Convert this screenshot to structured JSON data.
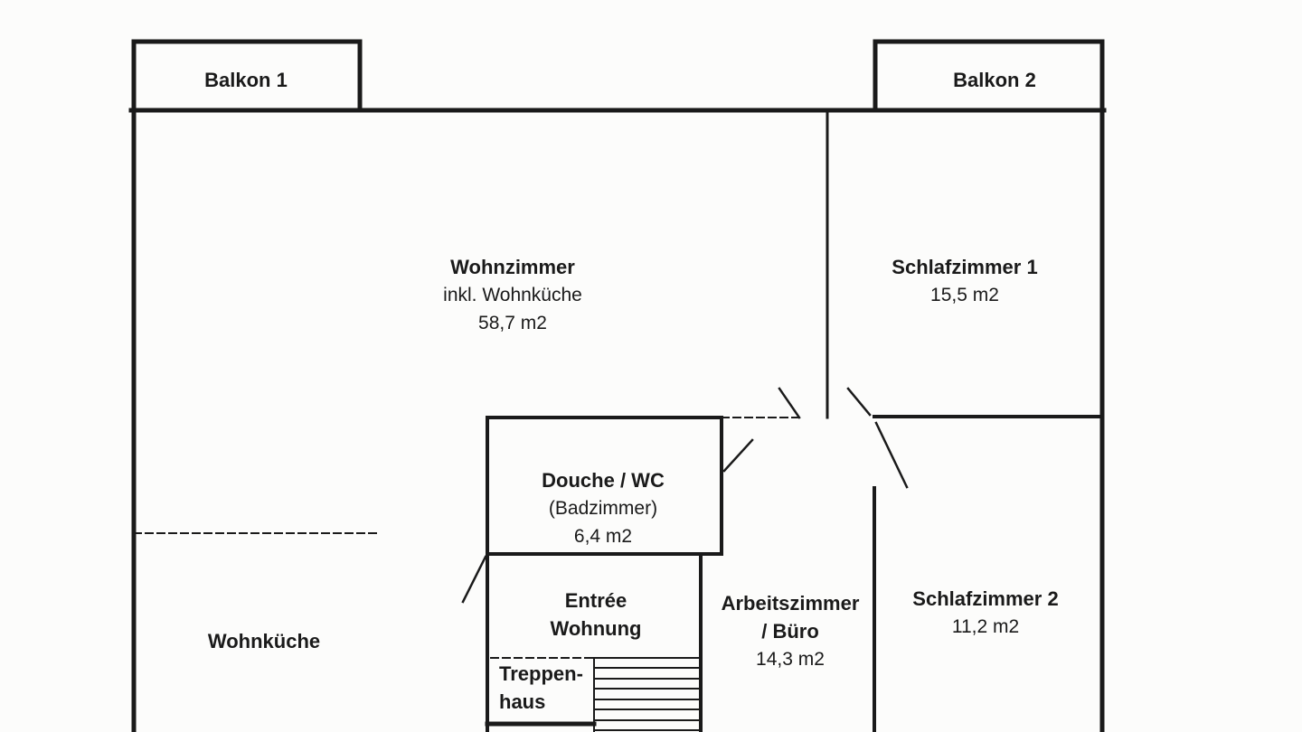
{
  "page": {
    "background": "#fcfcfb",
    "line_color": "#1a1a1a"
  },
  "rooms": {
    "balkon1": {
      "label": "Balkon 1"
    },
    "balkon2": {
      "label": "Balkon 2"
    },
    "wohnzimmer": {
      "name": "Wohnzimmer",
      "sub": "inkl. Wohnküche",
      "area": "58,7 m2"
    },
    "schlafzimmer1": {
      "name": "Schlafzimmer 1",
      "area": "15,5 m2"
    },
    "douche": {
      "name": "Douche / WC",
      "sub": "(Badzimmer)",
      "area": "6,4 m2"
    },
    "entree": {
      "line1": "Entrée",
      "line2": "Wohnung"
    },
    "arbeitszimmer": {
      "line1": "Arbeitszimmer",
      "line2": "/ Büro",
      "area": "14,3 m2"
    },
    "schlafzimmer2": {
      "name": "Schlafzimmer 2",
      "area": "11,2 m2"
    },
    "wohnkueche": {
      "label": "Wohnküche"
    },
    "treppenhaus": {
      "line1": "Treppen-",
      "line2": "haus"
    }
  }
}
